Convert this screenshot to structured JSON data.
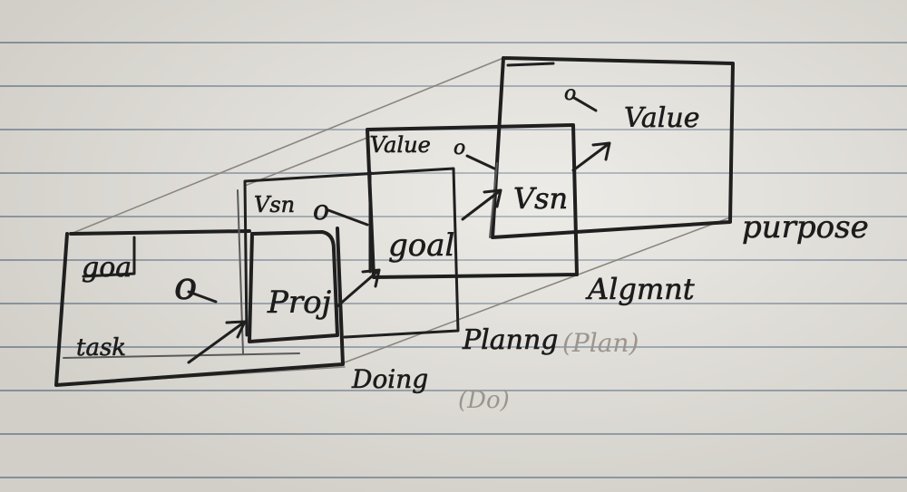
{
  "labels": {
    "goal_small": "goa",
    "task": "task",
    "proj": "Proj",
    "vision_mid": "Vsn",
    "goal_mid": "goal",
    "value_mid": "Value",
    "vision_big": "Vsn",
    "value_big": "Value",
    "purpose": "purpose",
    "alignment": "Algmnt",
    "planning": "Planng",
    "planning_faint": "(Plan)",
    "doing": "Doing",
    "doing_faint": "(Do)",
    "circle_1": "o",
    "circle_2": "o",
    "circle_3": "o",
    "circle_4": "o"
  }
}
